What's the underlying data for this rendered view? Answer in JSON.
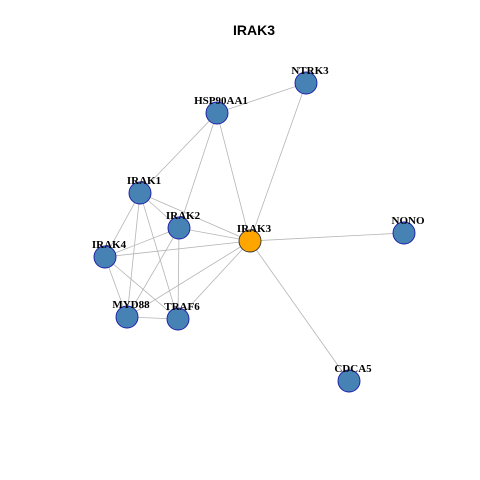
{
  "title": "IRAK3",
  "colors": {
    "background": "#ffffff",
    "edge": "#b5b5b5",
    "node_default": "#4682b4",
    "node_default_stroke": "#1a1aa6",
    "node_focus": "#ffa500",
    "node_focus_stroke": "#333333"
  },
  "nodes": [
    {
      "id": "NTRK3",
      "label": "NTRK3",
      "focus": false
    },
    {
      "id": "HSP90AA1",
      "label": "HSP90AA1",
      "focus": false
    },
    {
      "id": "IRAK1",
      "label": "IRAK1",
      "focus": false
    },
    {
      "id": "IRAK2",
      "label": "IRAK2",
      "focus": false
    },
    {
      "id": "IRAK3",
      "label": "IRAK3",
      "focus": true
    },
    {
      "id": "NONO",
      "label": "NONO",
      "focus": false
    },
    {
      "id": "IRAK4",
      "label": "IRAK4",
      "focus": false
    },
    {
      "id": "MYD88",
      "label": "MYD88",
      "focus": false
    },
    {
      "id": "TRAF6",
      "label": "TRAF6",
      "focus": false
    },
    {
      "id": "CDCA5",
      "label": "CDCA5",
      "focus": false
    }
  ],
  "edges": [
    [
      "NTRK3",
      "HSP90AA1"
    ],
    [
      "NTRK3",
      "IRAK3"
    ],
    [
      "HSP90AA1",
      "IRAK1"
    ],
    [
      "HSP90AA1",
      "IRAK2"
    ],
    [
      "HSP90AA1",
      "IRAK3"
    ],
    [
      "IRAK1",
      "IRAK2"
    ],
    [
      "IRAK1",
      "IRAK4"
    ],
    [
      "IRAK1",
      "MYD88"
    ],
    [
      "IRAK1",
      "TRAF6"
    ],
    [
      "IRAK1",
      "IRAK3"
    ],
    [
      "IRAK2",
      "IRAK4"
    ],
    [
      "IRAK2",
      "MYD88"
    ],
    [
      "IRAK2",
      "TRAF6"
    ],
    [
      "IRAK2",
      "IRAK3"
    ],
    [
      "IRAK4",
      "MYD88"
    ],
    [
      "IRAK4",
      "TRAF6"
    ],
    [
      "IRAK4",
      "IRAK3"
    ],
    [
      "MYD88",
      "TRAF6"
    ],
    [
      "MYD88",
      "IRAK3"
    ],
    [
      "TRAF6",
      "IRAK3"
    ],
    [
      "IRAK3",
      "NONO"
    ],
    [
      "IRAK3",
      "CDCA5"
    ]
  ]
}
